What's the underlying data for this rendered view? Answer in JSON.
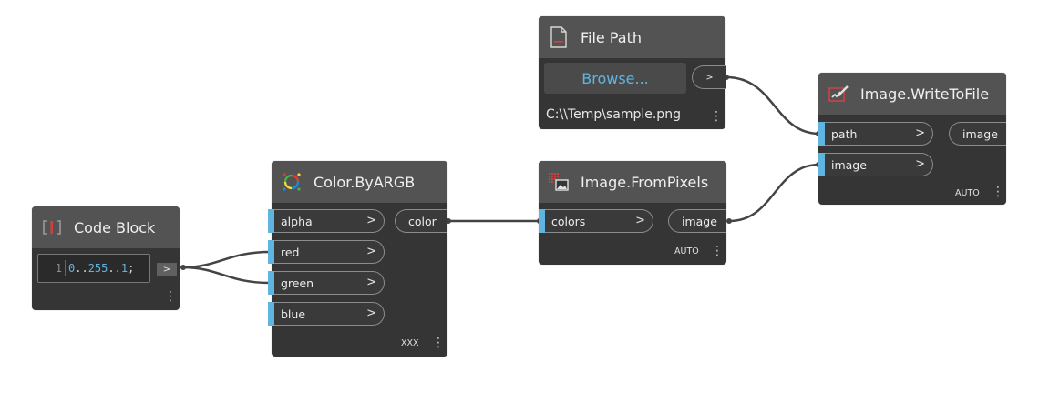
{
  "nodes": {
    "code_block": {
      "title": "Code Block",
      "line_number": "1",
      "code_tokens": [
        "0",
        "..",
        "255",
        "..",
        "1",
        ";"
      ],
      "output_label": ">"
    },
    "color_byargb": {
      "title": "Color.ByARGB",
      "inputs": [
        "alpha",
        "red",
        "green",
        "blue"
      ],
      "input_arrow": ">",
      "output": "color",
      "lacing": "XXX"
    },
    "file_path": {
      "title": "File Path",
      "browse_label": "Browse...",
      "output_label": ">",
      "path_value": "C:\\\\Temp\\sample.png"
    },
    "image_frompixels": {
      "title": "Image.FromPixels",
      "inputs": [
        "colors"
      ],
      "input_arrow": ">",
      "output": "image",
      "lacing": "AUTO"
    },
    "image_writetofile": {
      "title": "Image.WriteToFile",
      "inputs": [
        "path",
        "image"
      ],
      "input_arrow": ">",
      "output": "image",
      "lacing": "AUTO"
    }
  },
  "icons": {
    "code_block": "code-block-icon",
    "color_byargb": "color-wheel-icon",
    "file_path": "file-icon",
    "image_frompixels": "image-pixels-icon",
    "image_writetofile": "image-write-icon",
    "menu": "kebab-menu-icon"
  },
  "colors": {
    "canvas": "#ffffff",
    "node_body": "#353535",
    "node_header": "#535353",
    "port_accent": "#5fb4e0",
    "wire": "#444444",
    "code_number": "#5fb4e0",
    "browse_text": "#5fb4e0"
  }
}
